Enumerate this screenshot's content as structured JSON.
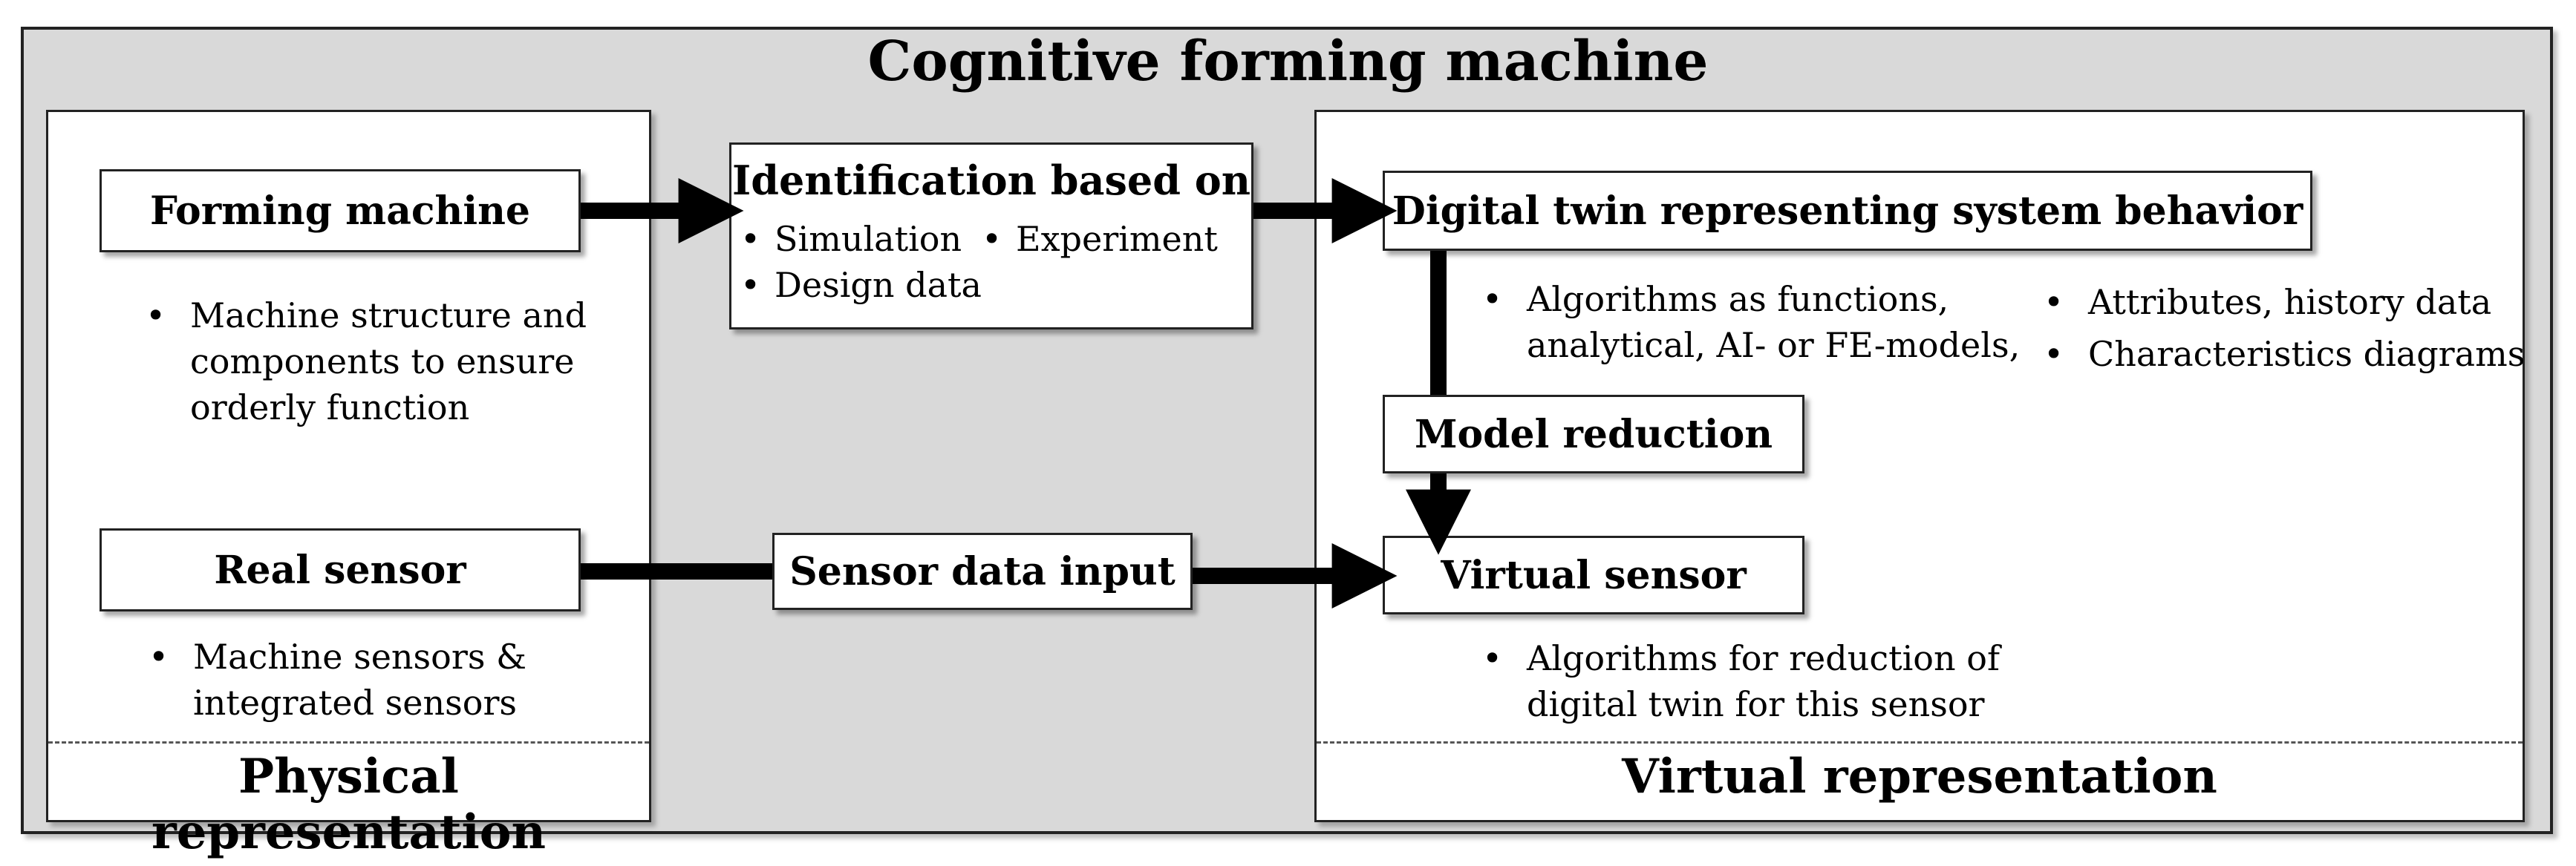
{
  "title": "Cognitive forming machine",
  "physical": {
    "label": "Physical representation",
    "forming_machine": {
      "title": "Forming machine",
      "bullets": [
        "Machine structure and\ncomponents to ensure\norderly function"
      ]
    },
    "real_sensor": {
      "title": "Real sensor",
      "bullets": [
        "Machine sensors &\nintegrated sensors"
      ]
    }
  },
  "identification": {
    "title": "Identification based on",
    "items": [
      "Simulation",
      "Experiment",
      "Design data"
    ]
  },
  "sensor_data_input": "Sensor data input",
  "virtual": {
    "label": "Virtual representation",
    "digital_twin": {
      "title": "Digital twin representing system behavior",
      "bullets_left": [
        "Algorithms as functions,\nanalytical, AI- or FE-models,"
      ],
      "bullets_right": [
        "Attributes, history data",
        "Characteristics diagrams"
      ]
    },
    "model_reduction": "Model reduction",
    "virtual_sensor": {
      "title": "Virtual sensor",
      "bullets": [
        "Algorithms for reduction of\ndigital twin for this sensor"
      ]
    }
  }
}
